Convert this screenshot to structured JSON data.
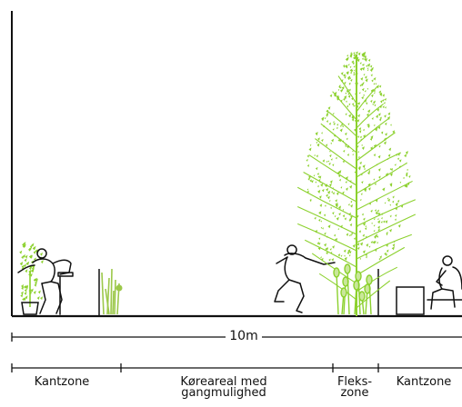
{
  "dimension": {
    "label": "10m"
  },
  "zones": [
    {
      "label": "Kantzone"
    },
    {
      "label": "Køreareal med gangmulighed",
      "line1": "Køreareal med",
      "line2": "gangmulighed"
    },
    {
      "label": "Fleks-zone",
      "line1": "Fleks-",
      "line2": "zone"
    },
    {
      "label": "Kantzone"
    }
  ],
  "colors": {
    "line": "#111111",
    "foliage": "#8cd12e",
    "foliage_light": "#c9e79a",
    "accent": "#9cc84a"
  }
}
